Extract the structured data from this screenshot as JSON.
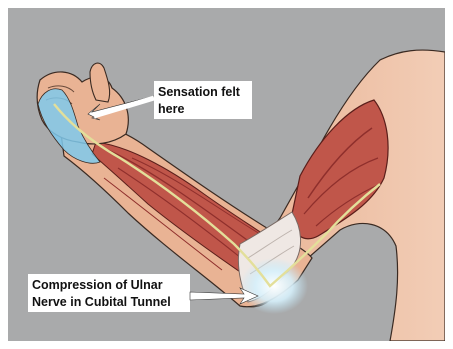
{
  "colors": {
    "background": "#a9aaab",
    "muscle": "#c0564a",
    "muscle_dark": "#8f2f2c",
    "skin": "#e9b394",
    "tendon": "#efe8e4",
    "nerve": "#e3df9a",
    "sensation_zone": "#7fc9ec",
    "compression_glow": "#bfe6f7",
    "label_box": "#ffffff",
    "outline": "#222222"
  },
  "labels": {
    "sensation": [
      "Sensation felt",
      "here"
    ],
    "compression": [
      "Compression of Ulnar",
      "Nerve in Cubital Tunnel"
    ]
  }
}
